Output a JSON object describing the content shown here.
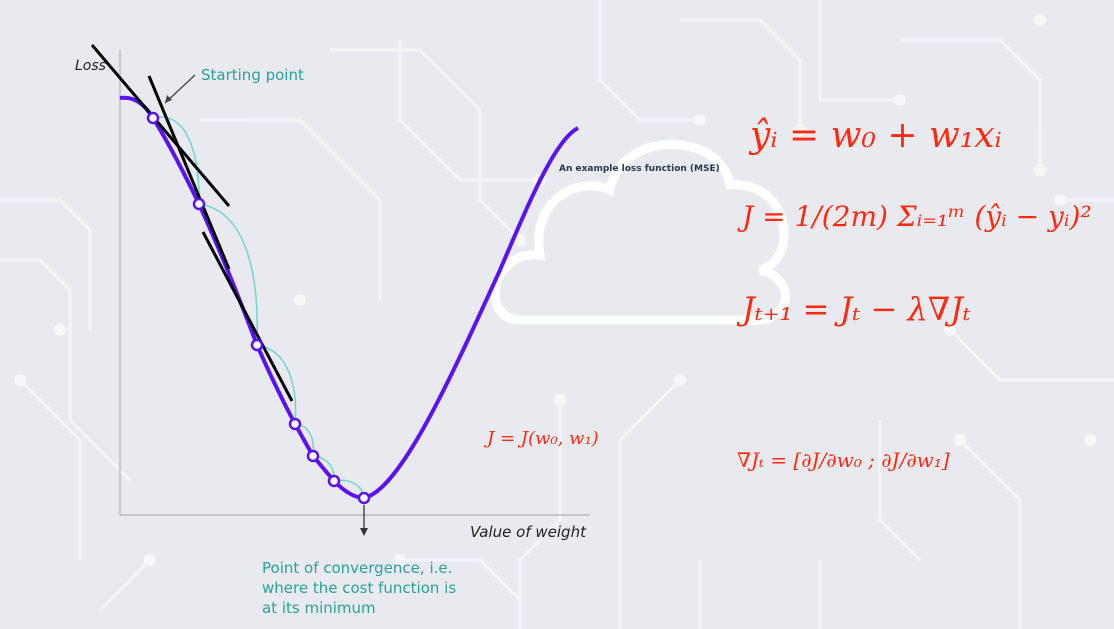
{
  "axis": {
    "y_label": "Loss",
    "x_label": "Value of weight"
  },
  "annotations": {
    "starting_point": "Starting point",
    "convergence": [
      "Point of convergence, i.e.",
      "where the cost function is",
      "at its minimum"
    ],
    "caption": "An example loss function (MSE)"
  },
  "equations": {
    "prediction": "ŷᵢ = w₀ + w₁xᵢ",
    "cost": "J = 1/(2m) Σᵢ₌₁ᵐ (ŷᵢ − yᵢ)²",
    "update": "Jₜ₊₁ = Jₜ − λ∇Jₜ",
    "cost_args": "J = J(w₀, w₁)",
    "gradient": "∇Jₜ = [∂J/∂w₀ ; ∂J/∂w₁]"
  },
  "colors": {
    "curve": "#5a12f0",
    "steps": "#6fd6d0",
    "math": "#ff2a10",
    "annotation": "#2aa197"
  }
}
